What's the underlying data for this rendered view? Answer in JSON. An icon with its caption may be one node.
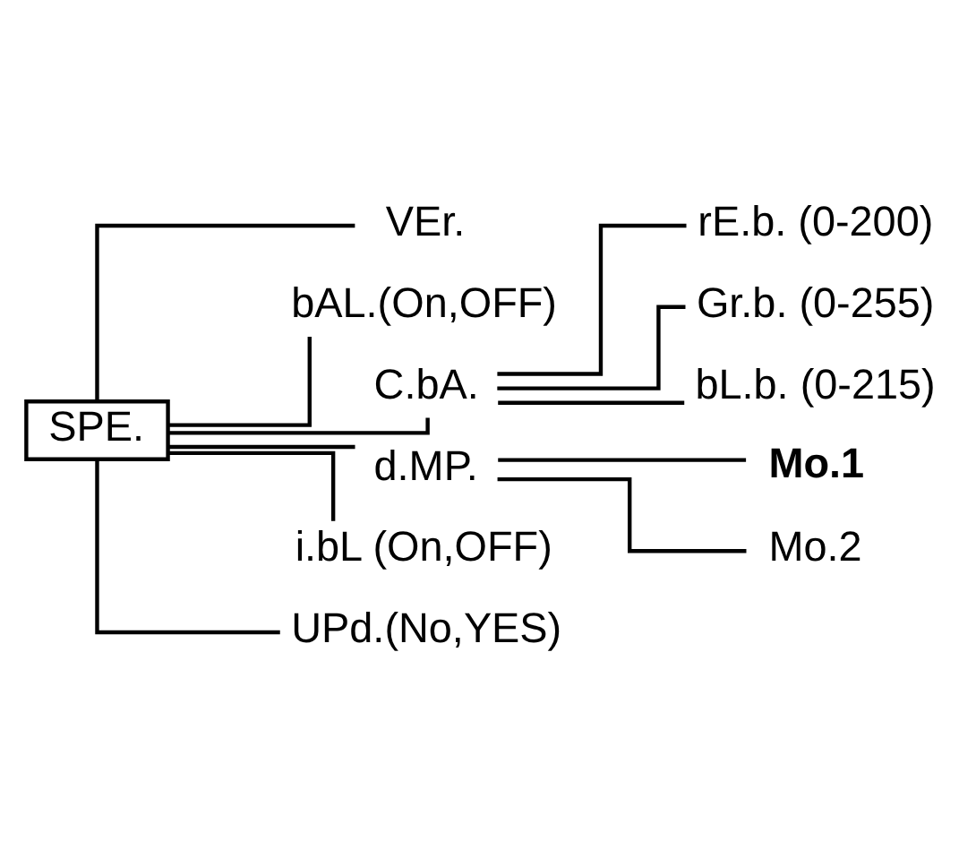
{
  "diagram": {
    "nodes": [
      {
        "text": [
          "SPE."
        ]
      },
      {
        "text": [
          "VEr."
        ]
      },
      {
        "text": [
          "bAL.(On,OFF)"
        ]
      },
      {
        "text": [
          "C.bA."
        ]
      },
      {
        "text": [
          "rE.b. (0-200)"
        ]
      },
      {
        "text": [
          "Gr.b. (0-255)"
        ]
      },
      {
        "text": [
          "bL.b. (0-215)"
        ]
      },
      {
        "text": [
          "d.MP."
        ]
      },
      {
        "text": [
          "Mo.1"
        ]
      },
      {
        "text": [
          "Mo.2"
        ]
      },
      {
        "text": [
          "i.bL (On,OFF)"
        ]
      },
      {
        "text": [
          "UPd.(No,YES)"
        ]
      }
    ],
    "edges": [
      {
        "from": 0,
        "to": 1,
        "arrow": "none"
      },
      {
        "from": 0,
        "to": 2,
        "arrow": "none"
      },
      {
        "from": 0,
        "to": 3,
        "arrow": "none"
      },
      {
        "from": 3,
        "to": 4,
        "arrow": "none"
      },
      {
        "from": 3,
        "to": 5,
        "arrow": "none"
      },
      {
        "from": 3,
        "to": 6,
        "arrow": "none"
      },
      {
        "from": 0,
        "to": 7,
        "arrow": "none"
      },
      {
        "from": 7,
        "to": 8,
        "arrow": "none"
      },
      {
        "from": 7,
        "to": 9,
        "arrow": "none"
      },
      {
        "from": 0,
        "to": 10,
        "arrow": "none"
      },
      {
        "from": 0,
        "to": 11,
        "arrow": "none"
      }
    ]
  }
}
